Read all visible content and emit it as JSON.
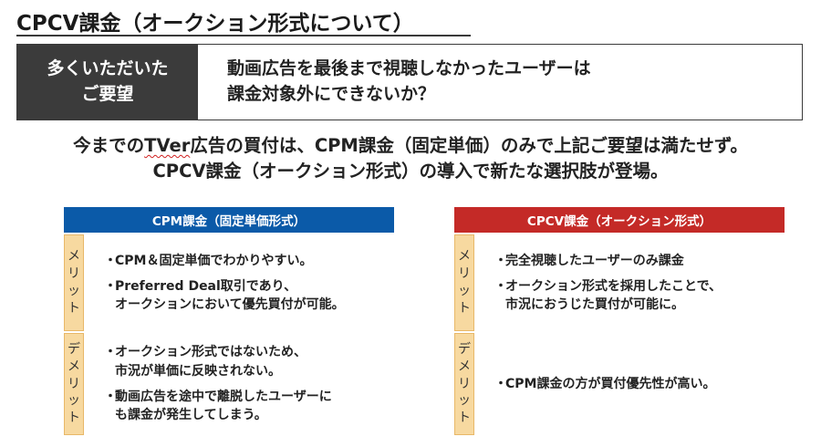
{
  "title": "CPCV課金（オークション形式について）",
  "request": {
    "label_line1": "多くいただいた",
    "label_line2": "ご要望",
    "text_line1": "動画広告を最後まで視聴しなかったユーザーは",
    "text_line2": "課金対象外にできないか？"
  },
  "summary": {
    "line1_pre": "今までの",
    "line1_brand": "TVer",
    "line1_post": "広告の買付は、CPM課金（固定単価）のみで上記ご要望は満たせず。",
    "line2": "CPCV課金（オークション形式）の導入で新たな選択肢が登場。"
  },
  "bullet_mark": "・",
  "left": {
    "header": "CPM課金（固定単価形式）",
    "merit_tag": [
      "メ",
      "リ",
      "ッ",
      "ト"
    ],
    "merit_items": [
      [
        "CPM＆固定単価でわかりやすい。"
      ],
      [
        "Preferred Deal取引であり、",
        "オークションにおいて優先買付が可能。"
      ]
    ],
    "demerit_tag": [
      "デ",
      "メ",
      "リ",
      "ッ",
      "ト"
    ],
    "demerit_items": [
      [
        "オークション形式ではないため、",
        "市況が単価に反映されない。"
      ],
      [
        "動画広告を途中で離脱したユーザーに",
        "も課金が発生してしまう。"
      ]
    ]
  },
  "right": {
    "header": "CPCV課金（オークション形式）",
    "merit_tag": [
      "メ",
      "リ",
      "ッ",
      "ト"
    ],
    "merit_items": [
      [
        "完全視聴したユーザーのみ課金"
      ],
      [
        "オークション形式を採用したことで、",
        "市況におうじた買付が可能に。"
      ]
    ],
    "demerit_tag": [
      "デ",
      "メ",
      "リ",
      "ッ",
      "ト"
    ],
    "demerit_items": [
      [
        "CPM課金の方が買付優先性が高い。"
      ]
    ]
  },
  "colors": {
    "cpm_header": "#0b5aa8",
    "cpcv_header": "#c42a27",
    "tag_fill": "#f7d9a0",
    "label_fill": "#3b3b3b"
  }
}
